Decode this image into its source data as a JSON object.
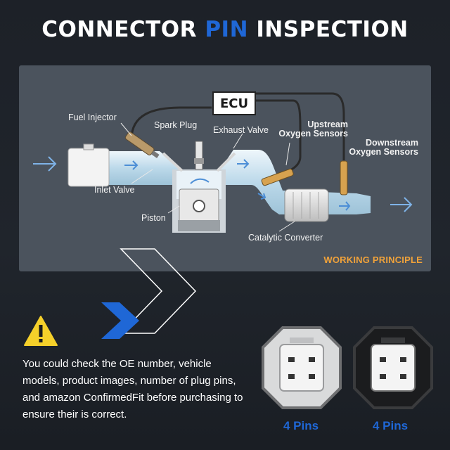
{
  "title": {
    "part1": "CONNECTOR ",
    "accent": "PIN",
    "part2": " INSPECTION"
  },
  "diagram": {
    "ecu": "ECU",
    "labels": {
      "fuel_injector": "Fuel Injector",
      "spark_plug": "Spark Plug",
      "exhaust_valve": "Exhaust Valve",
      "upstream": "Upstream\nOxygen Sensors",
      "downstream": "Downstream\nOxygen Sensors",
      "inlet_valve": "Inlet Valve",
      "piston": "Piston",
      "catalytic_converter": "Catalytic Converter"
    },
    "caption": "WORKING PRINCIPLE"
  },
  "notice": "You could check the OE number, vehicle models, product images, number of plug pins, and amazon ConfirmedFit before purchasing to ensure their is correct.",
  "connectors": [
    {
      "label": "4 Pins",
      "color": "#d9dadb"
    },
    {
      "label": "4 Pins",
      "color": "#1b1c1e"
    }
  ],
  "colors": {
    "accent": "#1f67d6",
    "caption": "#f0a23a",
    "warning": "#f5d02a"
  }
}
